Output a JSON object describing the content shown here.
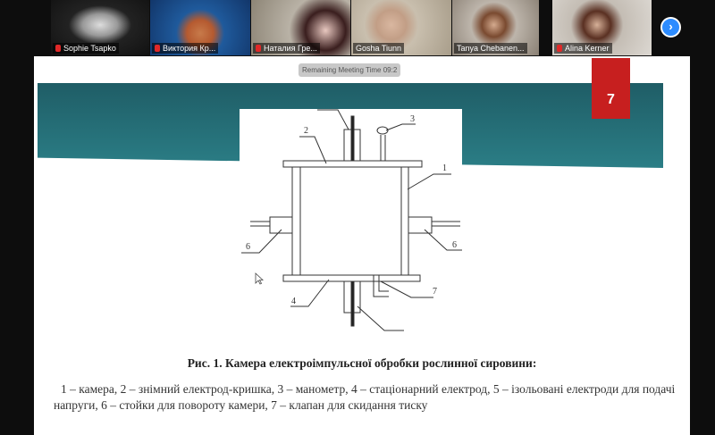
{
  "participants": [
    {
      "name": "Sophie Tsapko",
      "bg": "#3a3a3a",
      "muted": true
    },
    {
      "name": "Виктория Кр...",
      "bg": "#1f5a9c",
      "muted": true
    },
    {
      "name": "Наталия Гре...",
      "bg": "#b9b2a6",
      "muted": true
    },
    {
      "name": "Gosha Tiunn",
      "bg": "#c9bfae",
      "muted": false
    },
    {
      "name": "Tanya Chebanen...",
      "bg": "#bdb5ab",
      "muted": false
    },
    {
      "name": "Alina Kerner",
      "bg": "#c4bdb4",
      "muted": true
    }
  ],
  "next_icon": "chevron-right-icon",
  "slide": {
    "timer": "Remaining Meeting Time 09:2",
    "page_number": "7",
    "figure_labels": {
      "l1": "1",
      "l2": "2",
      "l3": "3",
      "l4": "4",
      "l6a": "6",
      "l6b": "6",
      "l7": "7"
    },
    "caption": "Рис. 1. Камера електроімпульсної обробки рослинної сировини:",
    "legend": "1 – камера, 2 – знімний електрод-кришка, 3 – манометр, 4 – стаціонарний електрод, 5 – ізольовані електроди для подачі напруги, 6 – стойки для повороту камери, 7 – клапан для скидання тиску"
  },
  "colors": {
    "band": "#2b7e86",
    "page_badge": "#c71f1f",
    "next": "#2d8cff"
  }
}
